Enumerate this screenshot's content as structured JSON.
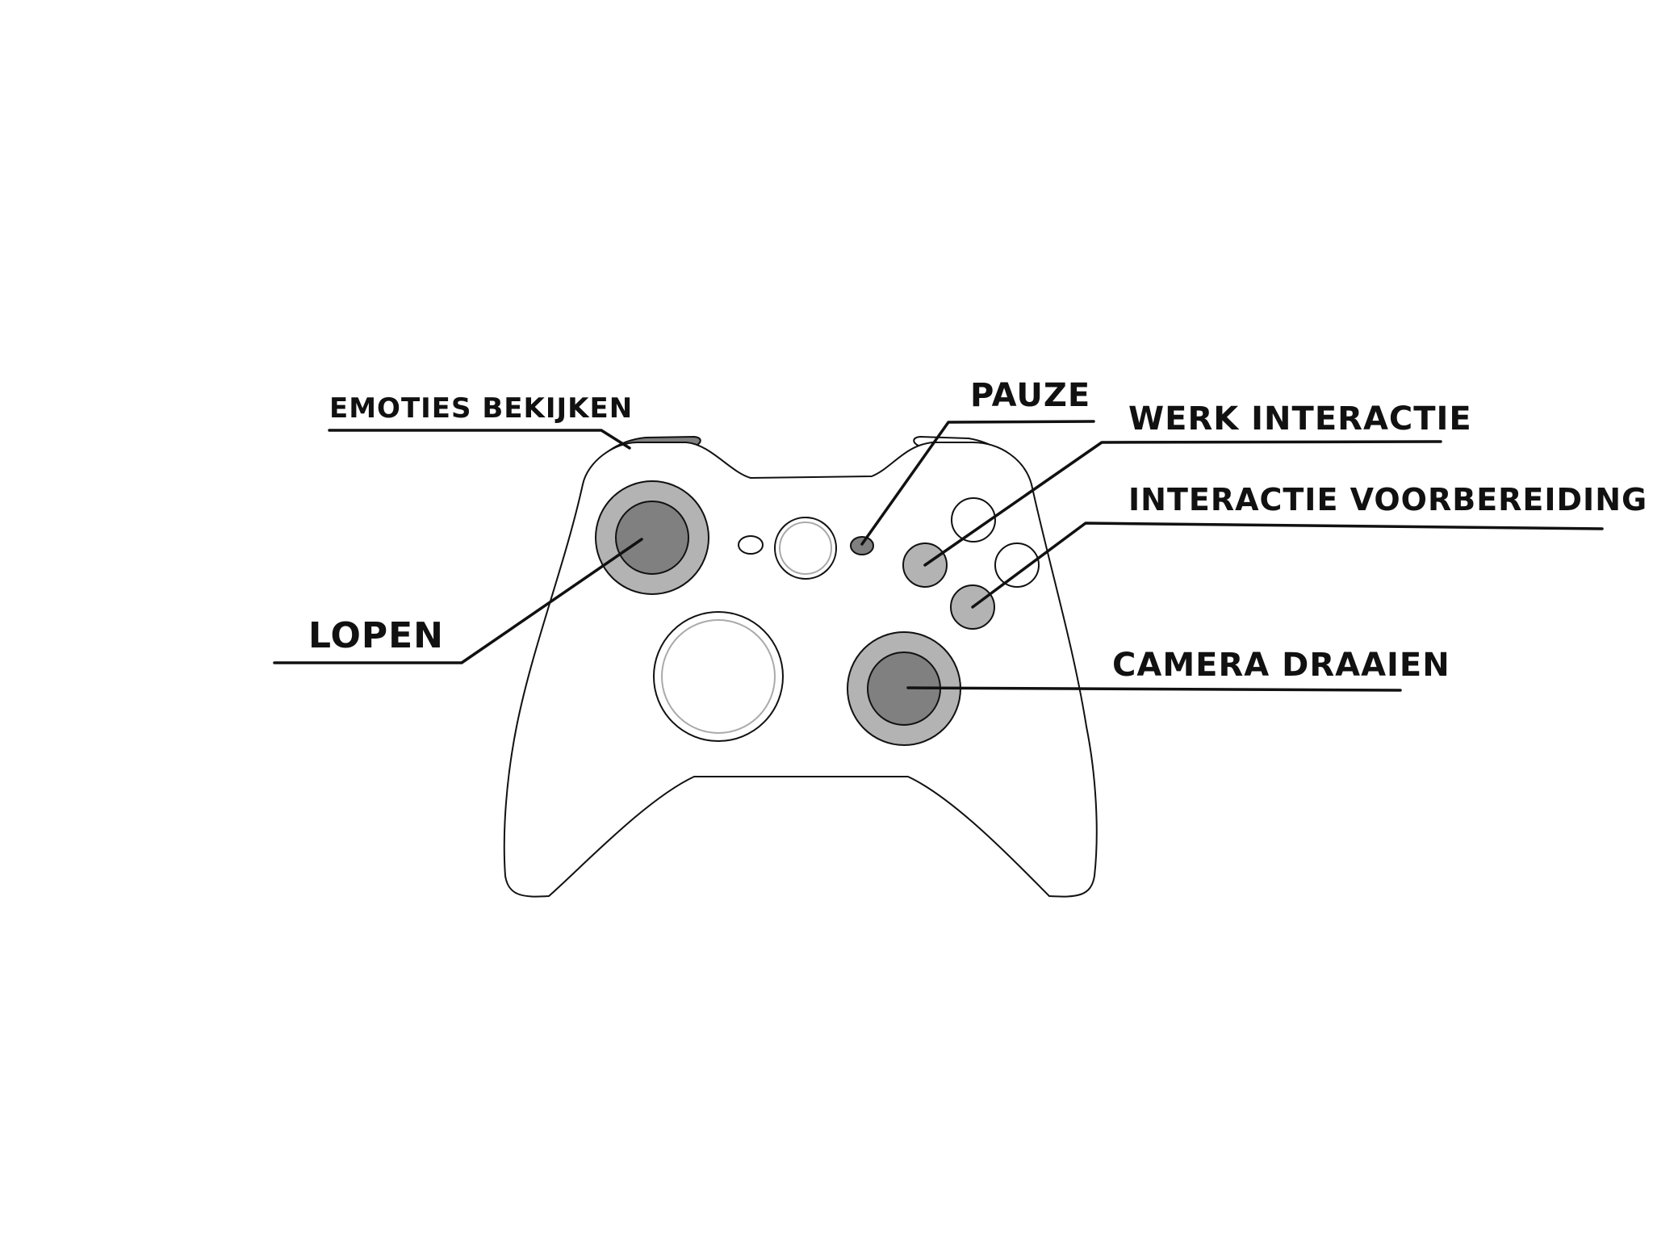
{
  "labels": {
    "emoties_bekijken": "EMOTIES BEKIJKEN",
    "pauze": "PAUZE",
    "werk_interactie": "WERK INTERACTIE",
    "interactie_voorbereiding": "INTERACTIE VOORBEREIDING",
    "lopen": "LOPEN",
    "camera_draaien": "CAMERA DRAAIEN"
  },
  "colors": {
    "line": "#111111",
    "highlight_dark": "#808080",
    "highlight_light": "#b3b3b3",
    "background": "#ffffff"
  }
}
